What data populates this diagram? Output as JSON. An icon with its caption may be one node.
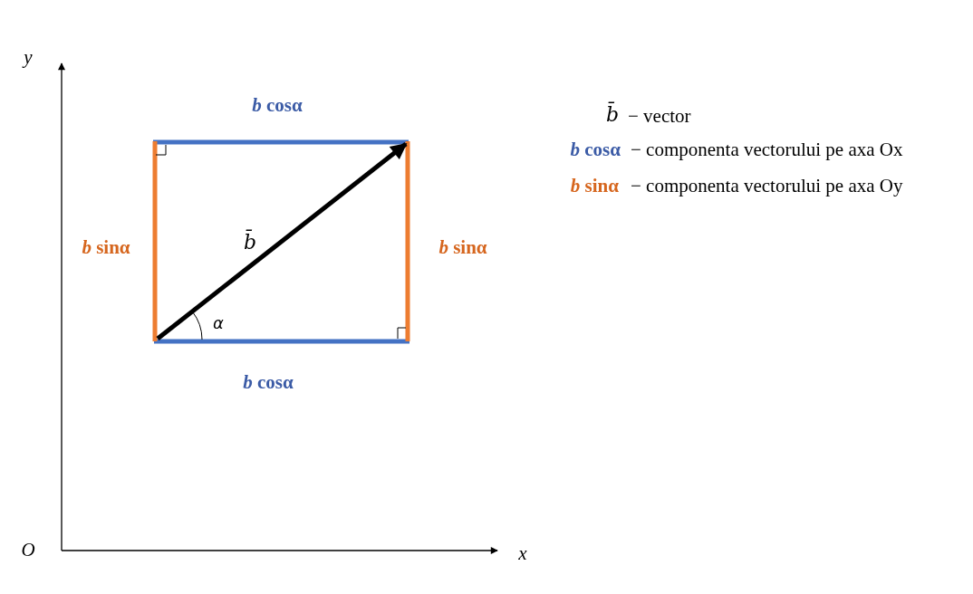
{
  "diagram": {
    "labels": [
      "y",
      "*b* cosα",
      "b̄",
      "− vector",
      "*b* cosα",
      "− componenta vectorului pe axa Ox",
      "*b* sinα",
      "− componenta vectorului pe axa Oy",
      "*b* sinα",
      "b̄",
      "*b* sinα",
      "α",
      "*b* cosα",
      "O",
      "x"
    ]
  }
}
